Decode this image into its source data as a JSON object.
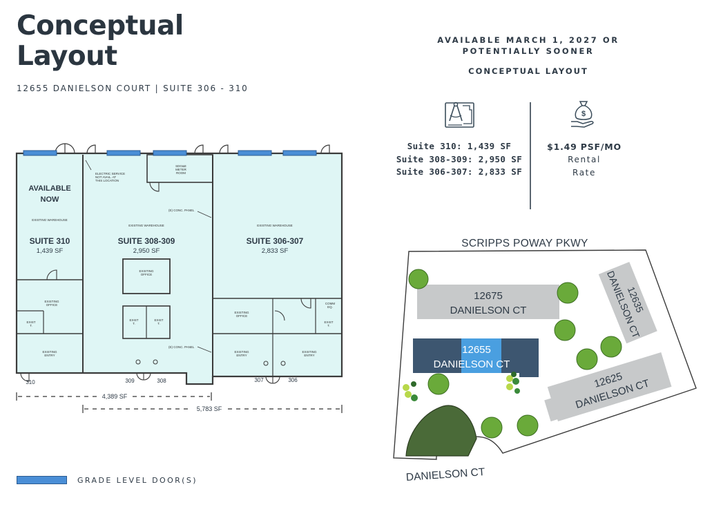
{
  "header": {
    "title": "Conceptual Layout",
    "address": "12655 DANIELSON COURT | SUITE 306 - 310"
  },
  "availability": {
    "line1": "AVAILABLE MARCH 1, 2027 OR",
    "line2": "POTENTIALLY SOONER",
    "subheading": "CONCEPTUAL LAYOUT"
  },
  "suite_sizes": [
    "Suite 310: 1,439 SF",
    "Suite 308-309: 2,950 SF",
    "Suite 306-307: 2,833 SF"
  ],
  "rate": {
    "price": "$1.49 PSF/MO",
    "label1": "Rental",
    "label2": "Rate"
  },
  "icons": {
    "plan": "blueprint-compass-icon",
    "money": "money-bag-hand-icon"
  },
  "floorplan": {
    "suite310": {
      "status1": "AVAILABLE",
      "status2": "NOW",
      "room": "EXISTING WAREHOUSE",
      "name": "SUITE 310",
      "area": "1,439 SF"
    },
    "suite308": {
      "room": "EXISTING WAREHOUSE",
      "name": "SUITE 308-309",
      "area": "2,950 SF"
    },
    "suite306": {
      "room": "EXISTING WAREHOUSE",
      "name": "SUITE 306-307",
      "area": "2,833 SF"
    },
    "notes": {
      "electric1": "ELECTRIC SERVICE",
      "electric2": "NOT AVAIL. AT",
      "electric3": "THIS LOCATION",
      "meter1": "SDG&E",
      "meter2": "METER",
      "meter3": "ROOM",
      "panel": "(E) CONC. PANEL",
      "office": "EXISTING OFFICE",
      "office_a": "EXISTING",
      "office_b": "OFFICE",
      "entry_a": "EXISTING",
      "entry_b": "ENTRY",
      "toilet_a": "EXIST",
      "toilet_b": "T.",
      "comm_a": "COMM",
      "comm_b": "EQ."
    },
    "unit_labels": [
      "310",
      "309",
      "308",
      "307",
      "306"
    ],
    "dimensions": {
      "left": "4,389 SF",
      "total": "5,783 SF"
    }
  },
  "site_map": {
    "road_top": "SCRIPPS POWAY PKWY",
    "road_bottom": "DANIELSON CT",
    "buildings": [
      {
        "num": "12675",
        "street": "DANIELSON CT"
      },
      {
        "num": "12655",
        "street": "DANIELSON CT"
      },
      {
        "num": "12625",
        "street": "DANIELSON CT"
      },
      {
        "num": "12635",
        "street": "DANIELSON CT"
      }
    ]
  },
  "legend": {
    "label": "GRADE LEVEL DOOR(S)"
  },
  "colors": {
    "floor_fill": "#dff6f5",
    "door_blue": "#4a8ed6",
    "highlight_building": "#3d5670",
    "highlight_suite": "#4a9fe0",
    "other_buildings": "#c7c9ca",
    "text_dark": "#2e3a46"
  }
}
